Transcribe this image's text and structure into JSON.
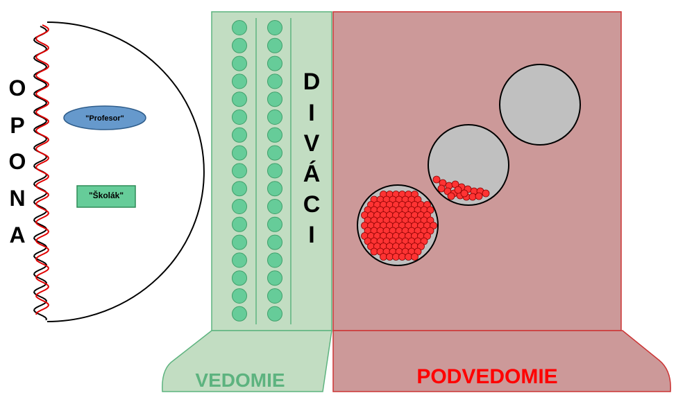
{
  "curtain": {
    "letters": [
      "O",
      "P",
      "O",
      "N",
      "A"
    ]
  },
  "stage_area": {
    "profesor_label": "\"Profesor\"",
    "skolak_label": "\"Školák\""
  },
  "audience": {
    "letters": [
      "D",
      "I",
      "V",
      "Á",
      "C",
      "I"
    ],
    "columns": 2,
    "seats_per_column": 17
  },
  "conscious": {
    "label": "VEDOMIE"
  },
  "subconscious": {
    "label": "PODVEDOMIE"
  },
  "colors": {
    "conscious_fill": "#c2ddc2",
    "conscious_stroke": "#5db37f",
    "seat_fill": "#66cc99",
    "subconscious_fill": "#cc9999",
    "subconscious_stroke": "#cc3333",
    "vessel_fill": "#c0c0c0",
    "ball_fill": "#ff3333",
    "conscious_text": "#5db37f",
    "subconscious_text": "#ff0000",
    "profesor_fill": "#6699cc",
    "skolak_fill": "#66cc99"
  }
}
